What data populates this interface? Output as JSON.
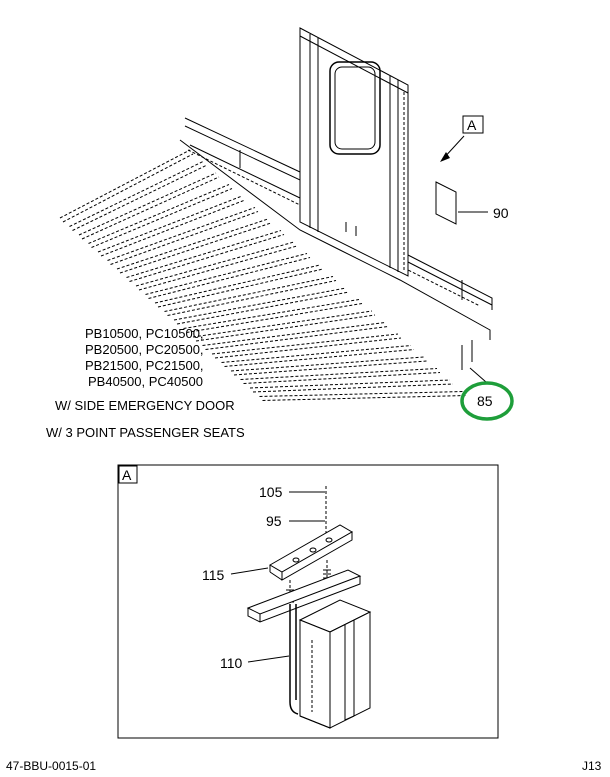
{
  "model_lines": [
    "PB10500, PC10500,",
    "PB20500, PC20500,",
    "PB21500, PC21500,",
    "PB40500, PC40500"
  ],
  "notes": [
    "W/ SIDE EMERGENCY DOOR",
    "W/ 3 POINT PASSENGER SEATS"
  ],
  "callouts": {
    "view_ref": "A",
    "part_90": "90",
    "part_85": "85",
    "detail_view": "A",
    "part_105": "105",
    "part_95": "95",
    "part_115": "115",
    "part_110": "110"
  },
  "highlight_color": "#1e9e3a",
  "footer": {
    "drawing_number": "47-BBU-0015-01",
    "sheet": "J13"
  }
}
